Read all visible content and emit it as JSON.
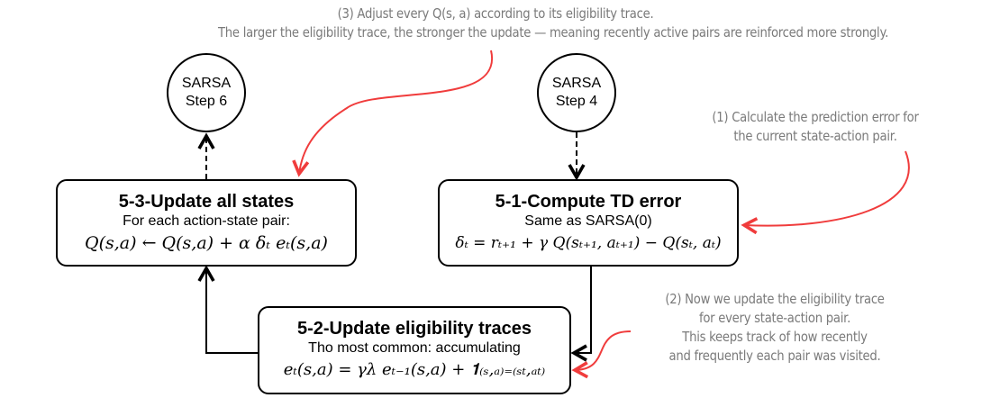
{
  "notes": {
    "step3_line1": "(3) Adjust every Q(s, a) according to its eligibility trace.",
    "step3_line2": "The larger the eligibility trace, the stronger the update — meaning recently active pairs are reinforced more strongly.",
    "step1_line1": "(1) Calculate the prediction error for",
    "step1_line2": "the current state-action pair.",
    "step2_lines": [
      "(2) Now we update the eligibility trace",
      "for every state-action pair.",
      "This keeps track of how recently",
      "and frequently each pair was visited."
    ]
  },
  "circles": {
    "step6": {
      "line1": "SARSA",
      "line2": "Step 6"
    },
    "step4": {
      "line1": "SARSA",
      "line2": "Step 4"
    }
  },
  "boxes": {
    "update_all": {
      "title": "5-3-Update all states",
      "subtitle": "For each action-state pair:",
      "formula": "Q(s,a) ← Q(s,a) + α δₜ eₜ(s,a)"
    },
    "td_error": {
      "title": "5-1-Compute TD error",
      "subtitle": "Same as SARSA(0)",
      "formula": "δₜ = rₜ₊₁ + γ Q(sₜ₊₁, aₜ₊₁) − Q(sₜ, aₜ)"
    },
    "traces": {
      "title": "5-2-Update eligibility traces",
      "subtitle": "Tho most common: accumulating",
      "formula": "eₜ(s,a) = γλ eₜ₋₁(s,a) + 𝟏₍ₛ,ₐ₎₌₍ₛₜ,ₐₜ₎"
    }
  },
  "colors": {
    "annotation_arrow": "#f03c3c",
    "annotation_text": "#7a7a7a"
  }
}
